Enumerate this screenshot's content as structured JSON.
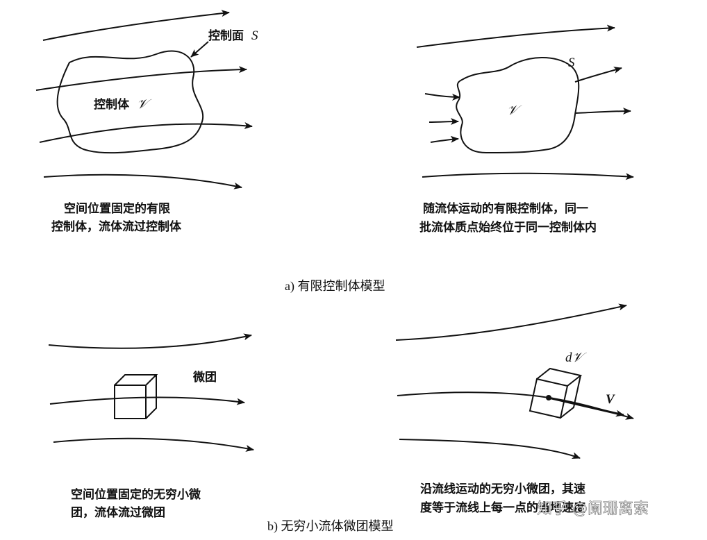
{
  "panel_a": {
    "left": {
      "surface_label": "控制面",
      "surface_symbol": "S",
      "volume_label": "控制体",
      "volume_symbol": "𝒱",
      "caption_line1": "空间位置固定的有限",
      "caption_line2": "控制体，流体流过控制体"
    },
    "right": {
      "surface_symbol": "S",
      "volume_symbol": "𝒱",
      "caption_line1": "随流体运动的有限控制体，同一",
      "caption_line2": "批流体质点始终位于同一控制体内"
    },
    "subtitle": "a) 有限控制体模型"
  },
  "panel_b": {
    "left": {
      "element_label": "微团",
      "caption_line1": "空间位置固定的无穷小微",
      "caption_line2": "团，流体流过微团"
    },
    "right": {
      "element_symbol": "d𝒱",
      "velocity_symbol": "V",
      "caption_line1": "沿流线运动的无穷小微团，其速",
      "caption_line2": "度等于流线上每一点的当地速度"
    },
    "subtitle": "b) 无穷小流体微团模型"
  },
  "watermark": "知乎 @阑珊离索"
}
